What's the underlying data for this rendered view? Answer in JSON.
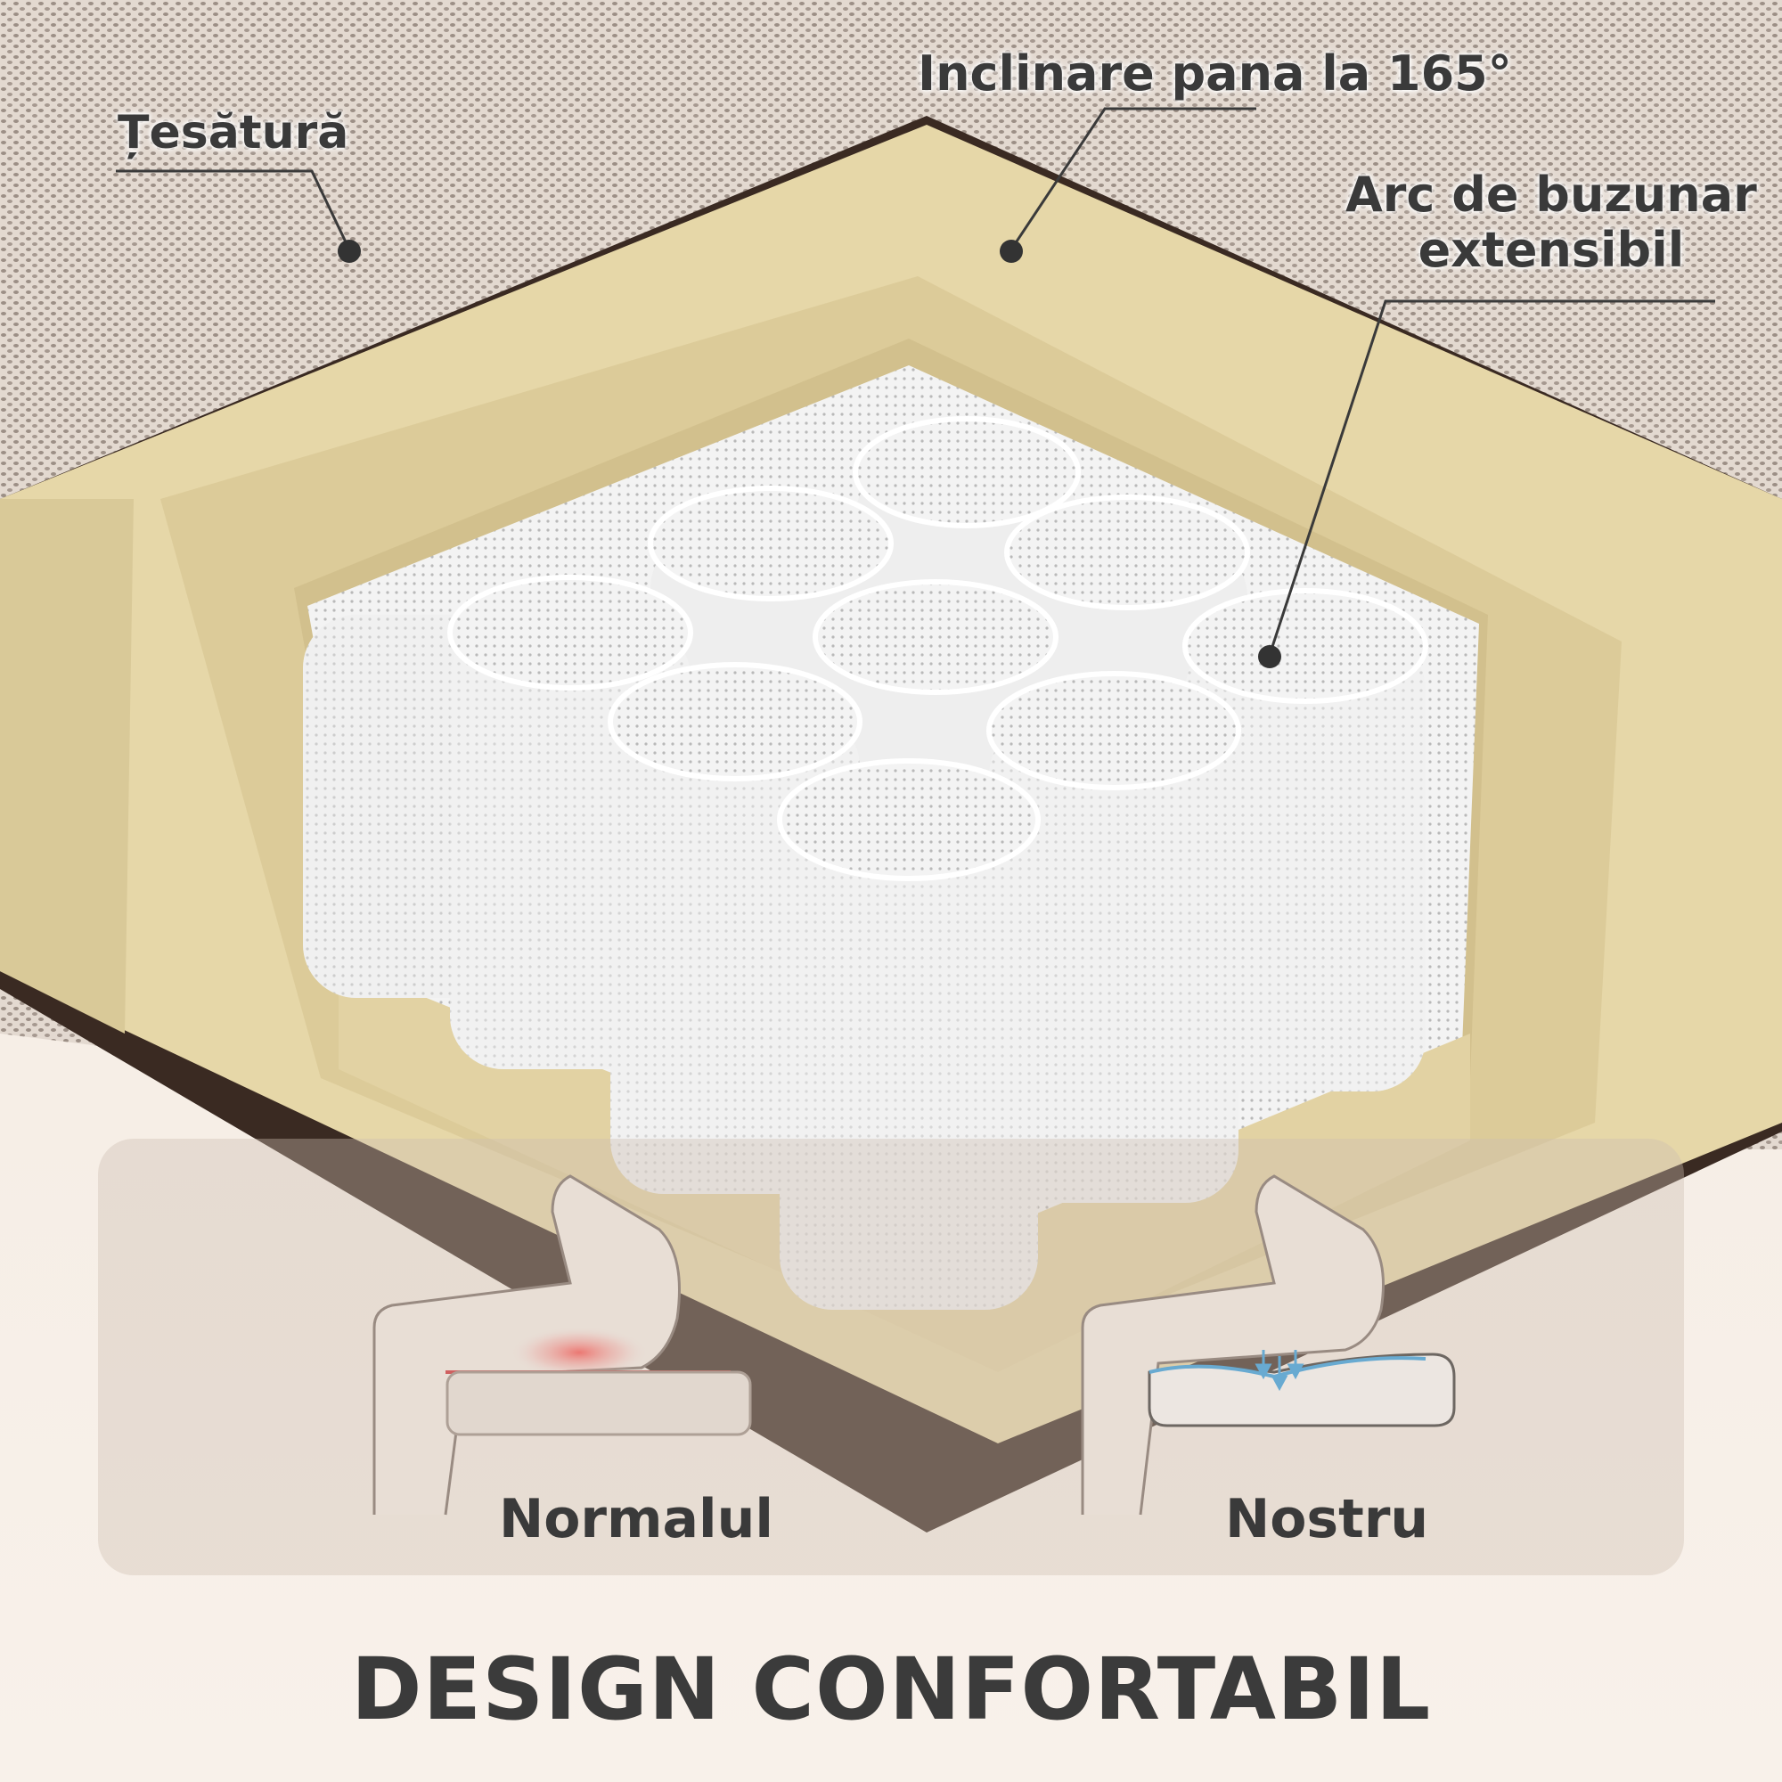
{
  "callouts": {
    "fabric": "Țesătură",
    "recline": "Inclinare pana la 165°",
    "spring_line1": "Arc de buzunar",
    "spring_line2": "extensibil"
  },
  "comparison": {
    "normal_label": "Normalul",
    "ours_label": "Nostru"
  },
  "headline": "DESIGN CONFORTABIL",
  "colors": {
    "fabric": "#d9cfc6",
    "foam": "#e6d7a8",
    "spring": "#f2f2f2",
    "pressure": "#d0262e",
    "support": "#2a9fe6",
    "text": "#3a3a3a"
  }
}
